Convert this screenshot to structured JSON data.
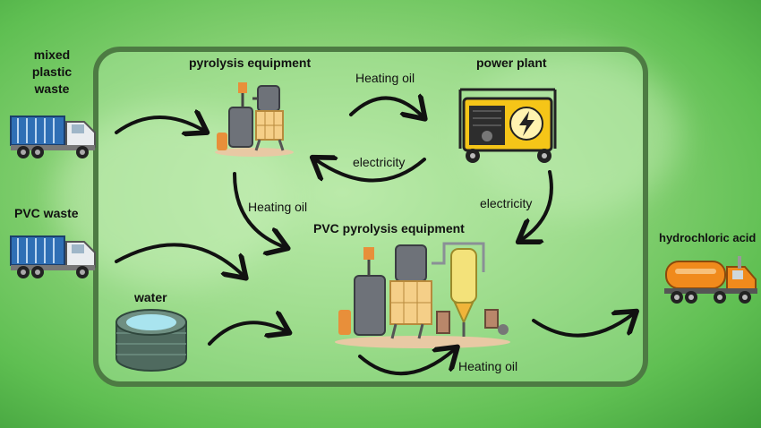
{
  "nodes": {
    "mixed_plastic": "mixed\nplastic\nwaste",
    "pvc_waste": "PVC waste",
    "water": "water",
    "pyrolysis": "pyrolysis equipment",
    "power_plant": "power plant",
    "pvc_pyrolysis": "PVC pyrolysis equipment",
    "hydrochloric_acid": "hydrochloric acid"
  },
  "edges": {
    "heating_oil_top": "Heating oil",
    "electricity_back": "electricity",
    "electricity_right": "electricity",
    "heating_oil_left": "Heating oil",
    "heating_oil_bottom": "Heating oil"
  },
  "colors": {
    "background": "#8ed47a",
    "frame": "#4d7b43",
    "arrow": "#111111",
    "generator": "#f5c518",
    "tanker": "#f08a1c",
    "truck_cargo": "#2f6fb5"
  },
  "icons": [
    "dump-truck-icon",
    "dump-truck-icon",
    "water-tank-icon",
    "pyrolysis-plant-icon",
    "generator-icon",
    "pvc-pyrolysis-plant-icon",
    "tanker-truck-icon"
  ]
}
